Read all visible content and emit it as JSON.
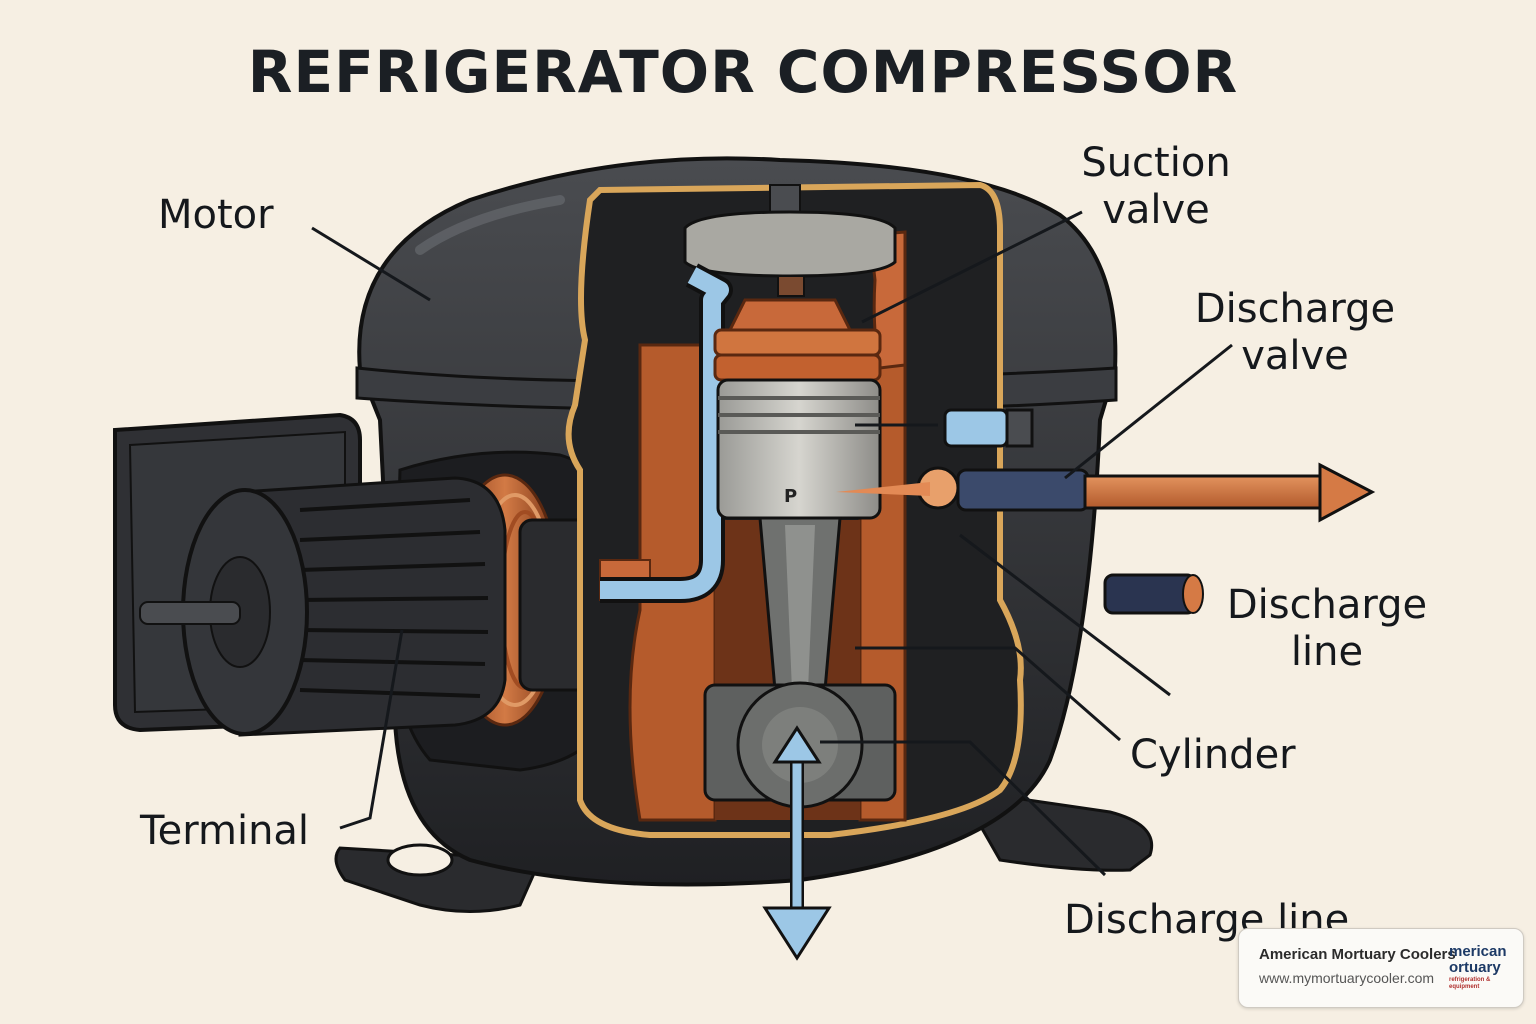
{
  "title": "REFRIGERATOR COMPRESSOR",
  "labels": {
    "motor": "Motor",
    "suction_valve_1": "Suction",
    "suction_valve_2": "valve",
    "discharge_valve_1": "Discharge",
    "discharge_valve_2": "valve",
    "discharge_line_1": "Discharge",
    "discharge_line_2": "line",
    "cylinder": "Cylinder",
    "terminal": "Terminal",
    "discharge_line_bottom": "Discharge line"
  },
  "piston_mark": "P",
  "colors": {
    "background": "#f6efe3",
    "housing": "#2b2d30",
    "copper": "#c8693a",
    "suction_blue": "#9cc7e6",
    "outline_tan": "#d9a65a"
  },
  "badge": {
    "name": "American Mortuary Coolers",
    "url": "www.mymortuarycooler.com",
    "logo_line1": "merican",
    "logo_line2": "ortuary",
    "logo_tagline": "refrigeration & equipment"
  }
}
